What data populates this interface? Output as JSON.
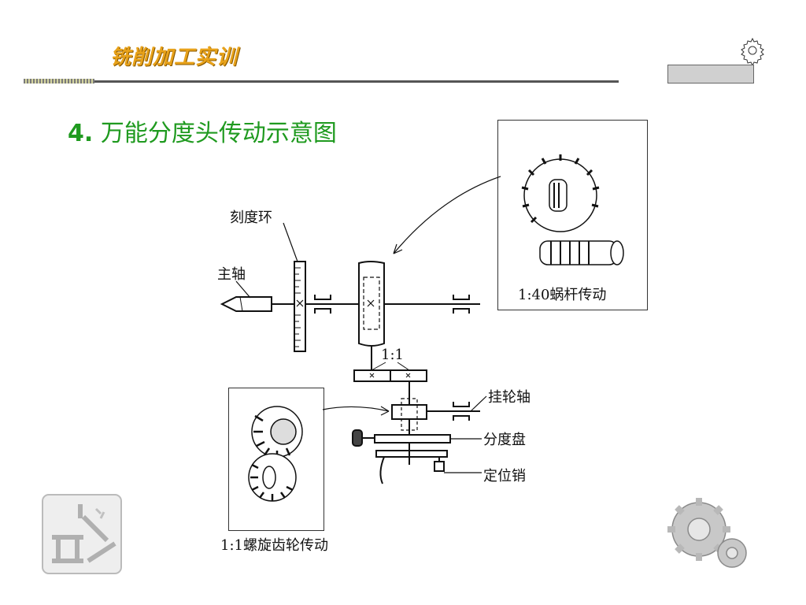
{
  "header": {
    "title": "铣削加工实训"
  },
  "slide": {
    "number": "4.",
    "title": "万能分度头传动示意图"
  },
  "labels": {
    "scale_ring": "刻度环",
    "spindle": "主轴",
    "ratio_1_1": "1:1",
    "worm_caption": "1:40蜗杆传动",
    "change_gear_shaft": "挂轮轴",
    "index_plate": "分度盘",
    "locating_pin": "定位销",
    "helical_caption": "1:1螺旋齿轮传动"
  },
  "colors": {
    "title_green": "#1f9a1f",
    "header_orange": "#e8a21a",
    "line": "#111111"
  },
  "icons": {
    "header_gear": "gear-icon",
    "logo": "engineering-logo-icon",
    "gears": "gears-icon"
  }
}
